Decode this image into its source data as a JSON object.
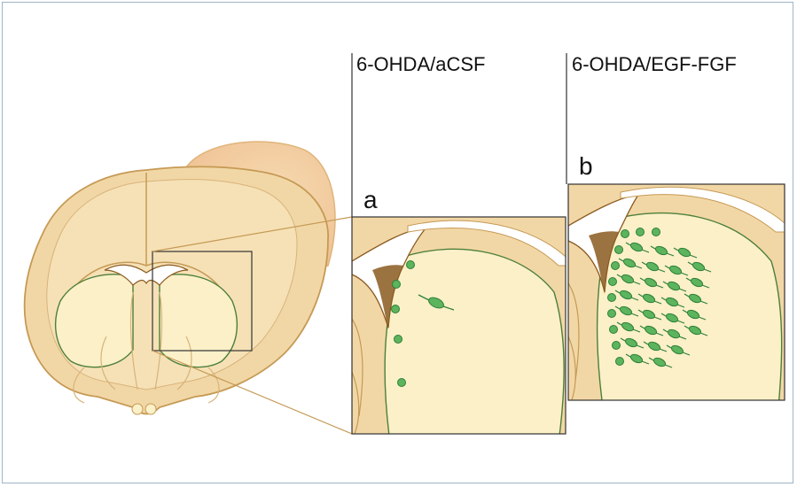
{
  "labels": {
    "condition_a": "6-OHDA/aCSF",
    "condition_b": "6-OHDA/EGF-FGF",
    "panel_a": "a",
    "panel_b": "b"
  },
  "colors": {
    "tissue_outer": "#f2d7a6",
    "tissue_inner": "#fbf0c8",
    "cortex_rim": "#e8c58d",
    "outline": "#c59a55",
    "ventricle": "#ffffff",
    "ventricle_wall": "#8a5a20",
    "cell_green": "#5cb45c",
    "cell_outline": "#2f7f3a",
    "tract": "#3a6f2a",
    "frame_border": "#9fb4c6"
  },
  "icons": {
    "brain": "coronal-brain-section-illustration",
    "cell": "green-neural-cell"
  }
}
